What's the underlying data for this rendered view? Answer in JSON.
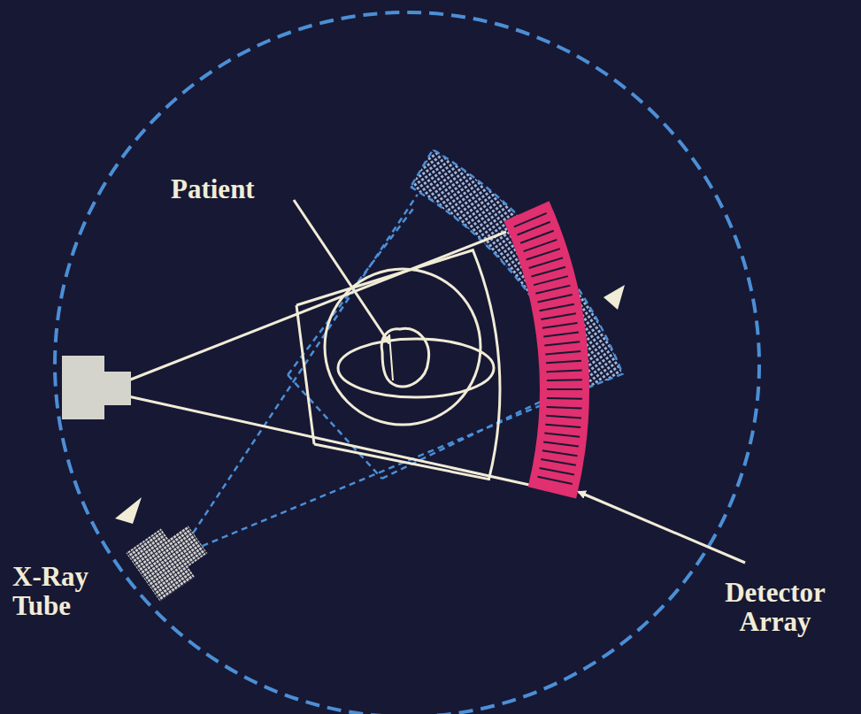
{
  "diagram": {
    "labels": [
      "Patient",
      "X-Ray Tube",
      "Detector Array"
    ]
  }
}
